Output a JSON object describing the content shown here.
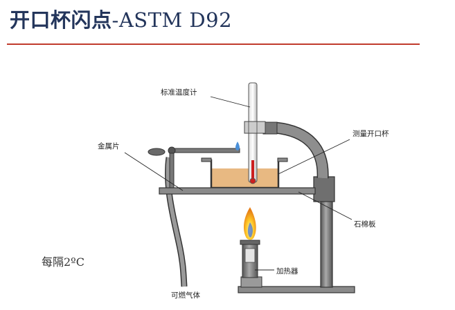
{
  "title": {
    "chinese": "开口杯闪点",
    "standard": "-ASTM D92"
  },
  "labels": {
    "thermometer": "标准温度计",
    "metal_strip": "金属片",
    "cup": "测量开口杯",
    "asbestos_board": "石棉板",
    "heater": "加热器",
    "fuel_gas": "可燃气体"
  },
  "note": "每隔2ºC",
  "colors": {
    "title": "#23355b",
    "rule": "#c0392b",
    "apparatus": "#7f7f7f",
    "sample": "#e8b982",
    "thermometer_liquid": "#cc1f1f",
    "flame": "#f5a623",
    "droplet": "#4a90d9"
  }
}
